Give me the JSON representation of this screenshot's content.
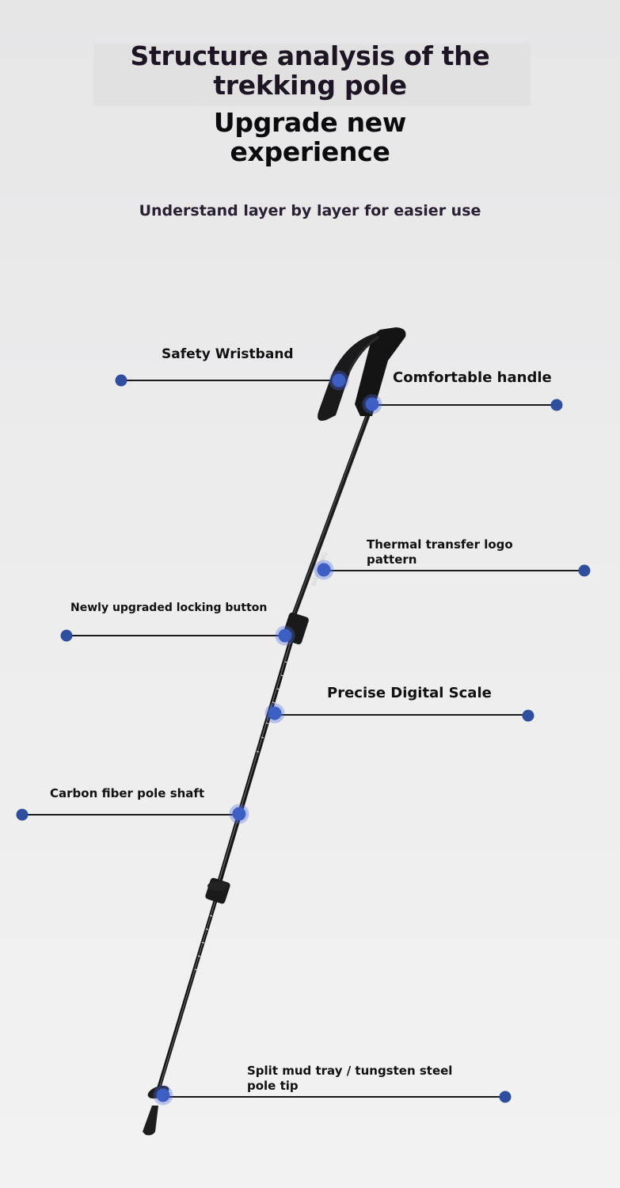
{
  "header": {
    "title_line1": "Structure analysis of the",
    "title_line2": "trekking pole",
    "headline_line1": "Upgrade new",
    "headline_line2": "experience",
    "subtitle": "Understand layer by layer for easier use"
  },
  "colors": {
    "accent_dot": "#2f4f9e",
    "anchor_glow": "#3d5fc4",
    "leader_line": "#1a1a1a",
    "title_text": "#1d1524"
  },
  "callouts": [
    {
      "label": "Safety Wristband",
      "side": "left"
    },
    {
      "label": "Comfortable handle",
      "side": "right"
    },
    {
      "label": "Thermal transfer logo pattern",
      "line1": "Thermal transfer logo",
      "line2": "pattern",
      "side": "right"
    },
    {
      "label": "Newly upgraded locking button",
      "side": "left"
    },
    {
      "label": "Precise Digital Scale",
      "side": "right"
    },
    {
      "label": "Carbon fiber pole shaft",
      "side": "left"
    },
    {
      "label": "Split mud tray / tungsten steel pole tip",
      "line1": "Split mud tray / tungsten steel",
      "line2": "pole tip",
      "side": "right"
    }
  ],
  "icons": {
    "callout_endpoint": "blue-dot-icon",
    "pole": "trekking-pole-illustration"
  }
}
